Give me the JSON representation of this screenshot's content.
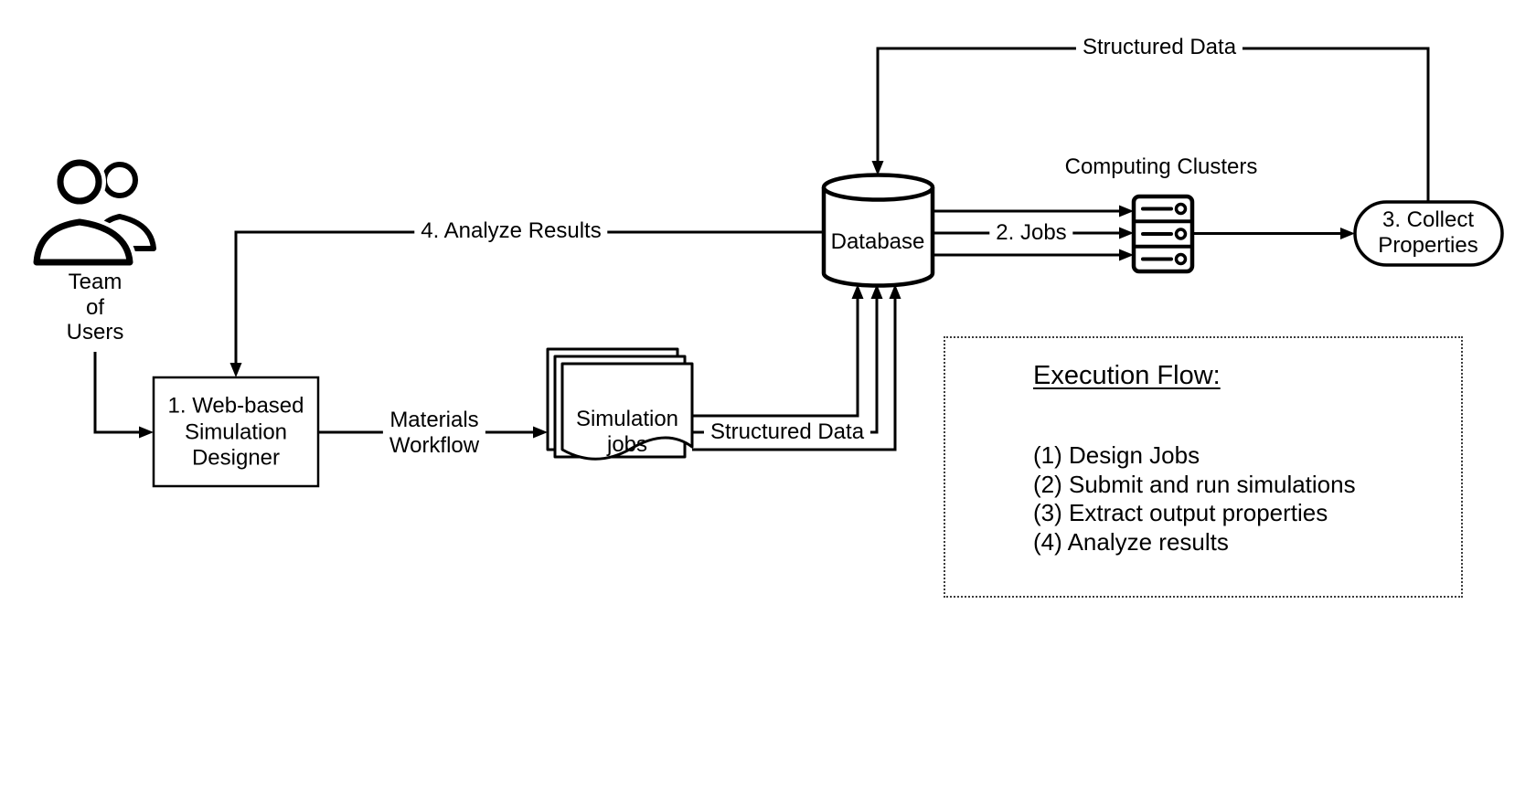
{
  "colors": {
    "background": "#ffffff",
    "ink": "#000000"
  },
  "nodes": {
    "team": {
      "label": "Team\nof\nUsers",
      "icon": "team-users-icon"
    },
    "designer_box": {
      "label": "1. Web-based\nSimulation\nDesigner"
    },
    "simulation_jobs": {
      "label": "Simulation\njobs",
      "icon": "document-stack-icon"
    },
    "database": {
      "label": "Database",
      "icon": "database-cylinder-icon"
    },
    "computing_clusters": {
      "label": "Computing Clusters",
      "icon": "server-rack-icon"
    },
    "collect_properties": {
      "label": "3. Collect\nProperties"
    }
  },
  "edges": {
    "analyze_results": "4. Analyze Results",
    "materials_workflow": "Materials\nWorkflow",
    "structured_data_mid": "Structured Data",
    "structured_data_top": "Structured Data",
    "jobs": "2. Jobs"
  },
  "execution_flow": {
    "title": "Execution Flow:",
    "items": [
      "(1) Design Jobs",
      "(2) Submit and run simulations",
      "(3) Extract output properties",
      "(4) Analyze results"
    ]
  }
}
